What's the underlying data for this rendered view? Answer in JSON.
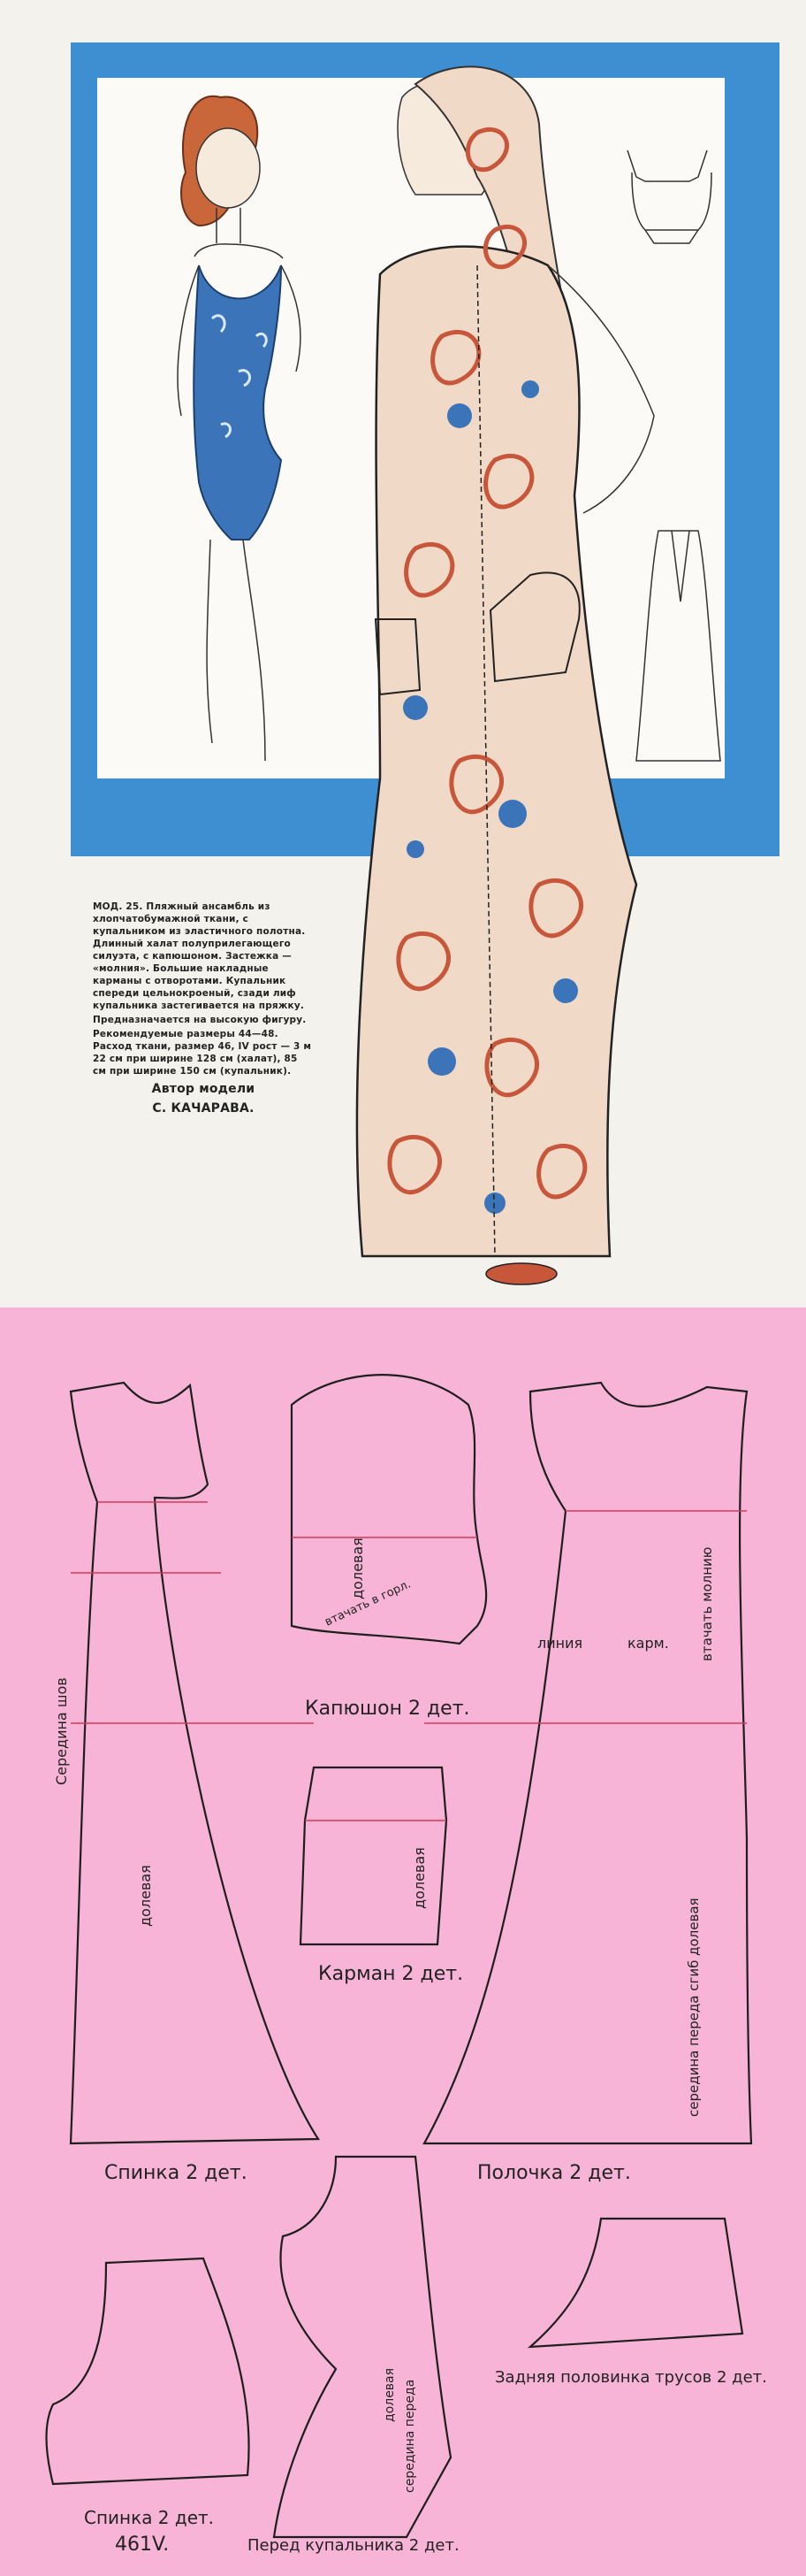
{
  "description": {
    "model_text": "МОД. 25. Пляжный ансамбль из хлопчатобумажной ткани, с купальником из эластичного полотна. Длинный халат полуприлегающего силуэта, с капюшоном. Застежка — «молния». Большие накладные карманы с отворотами. Купальник спереди цельнокроеный, сзади лиф купальника застегивается на пряжку.",
    "figure_text": "Предназначается на высокую фигуру.",
    "sizes_text": "Рекомендуемые размеры 44—48. Расход ткани, размер 46, IV рост — 3 м 22 см при ширине 128 см (халат), 85 см при ширине 150 см (купальник).",
    "author_label": "Автор модели",
    "author_name": "С. КАЧАРАВА."
  },
  "pattern": {
    "back": "Спинка 2 дет.",
    "hood": "Капюшон 2 дет.",
    "front": "Полочка 2 дет.",
    "pocket": "Карман 2 дет.",
    "swim_back": "Спинка 2 дет.",
    "swim_front": "Перед купальника 2 дет.",
    "shorts_back": "Задняя половинка трусов 2 дет.",
    "page_number": "461V.",
    "back_center": "Середина шов",
    "grain": "долевая",
    "front_center": "середина переда сгиб долевая",
    "zipper": "втачать молнию",
    "line_label": "линия",
    "pocket_label": "карм.",
    "hood_set": "втачать в горл.",
    "swim_front_center": "середина переда",
    "swim_grain": "долевая"
  },
  "colors": {
    "frame_blue": "#3d8fd2",
    "pattern_pink": "#f7b4d7",
    "paper": "#f4f2ec",
    "paisley_red": "#c8563a",
    "swimsuit_blue": "#3b74b8"
  }
}
